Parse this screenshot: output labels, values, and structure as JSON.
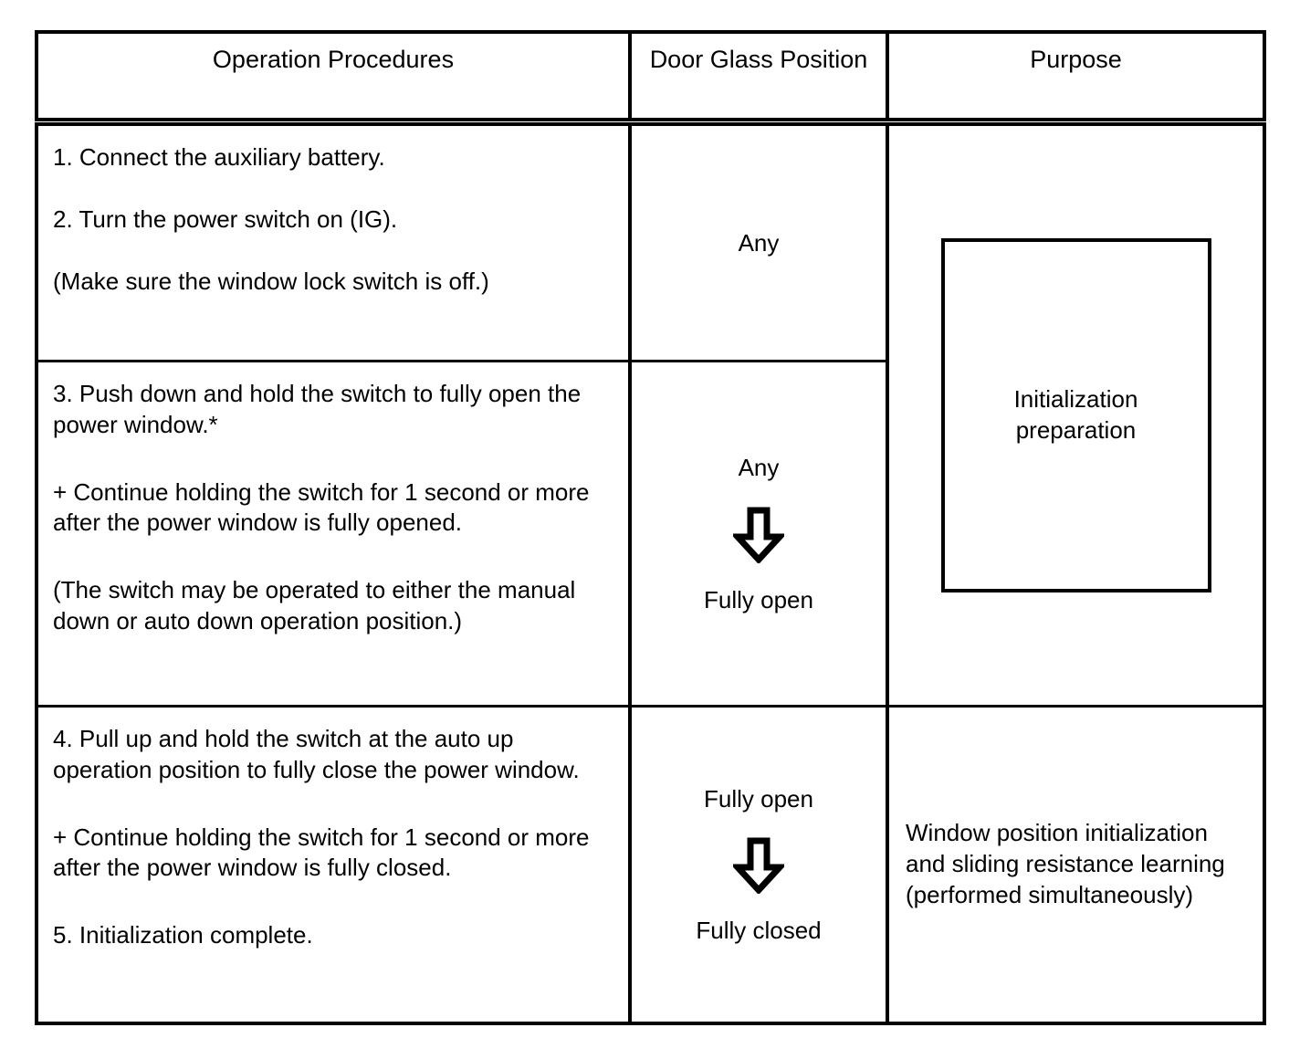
{
  "table": {
    "headers": {
      "operation_procedures": "Operation Procedures",
      "door_glass_position": "Door Glass Position",
      "purpose": "Purpose"
    },
    "rows": [
      {
        "id": "row-1",
        "procedures": [
          "1. Connect the auxiliary battery.",
          "2. Turn the power switch on (IG).",
          "(Make sure the window lock switch is off.)"
        ],
        "door_glass_position": {
          "from": "Any",
          "arrow": "down-arrow-icon",
          "to": ""
        }
      },
      {
        "id": "row-2",
        "procedures": [
          "3. Push down and hold the switch to fully open the power window.*",
          "+ Continue holding the switch for 1 second or more after the power window is fully opened.",
          "(The switch may be operated to either the manual down or auto down operation position.)"
        ],
        "door_glass_position": {
          "from": "Any",
          "arrow": "down-arrow-icon",
          "to": "Fully open"
        }
      },
      {
        "id": "row-3",
        "procedures": [
          "4. Pull up and hold the switch at the auto up operation position to fully close the power window.",
          "+ Continue holding the switch for 1 second or more after the power window is fully closed.",
          "5. Initialization complete."
        ],
        "door_glass_position": {
          "from": "Fully open",
          "arrow": "down-arrow-icon",
          "to": "Fully closed"
        }
      }
    ],
    "purpose_merged": {
      "line_1": "Initialization",
      "line_2": "preparation"
    },
    "purpose_row_3": {
      "line_1": "Window position initialization",
      "line_2": "and sliding resistance learning",
      "line_3": "(performed simultaneously)"
    }
  },
  "colors": {
    "ink": "#000000",
    "paper": "#ffffff"
  }
}
